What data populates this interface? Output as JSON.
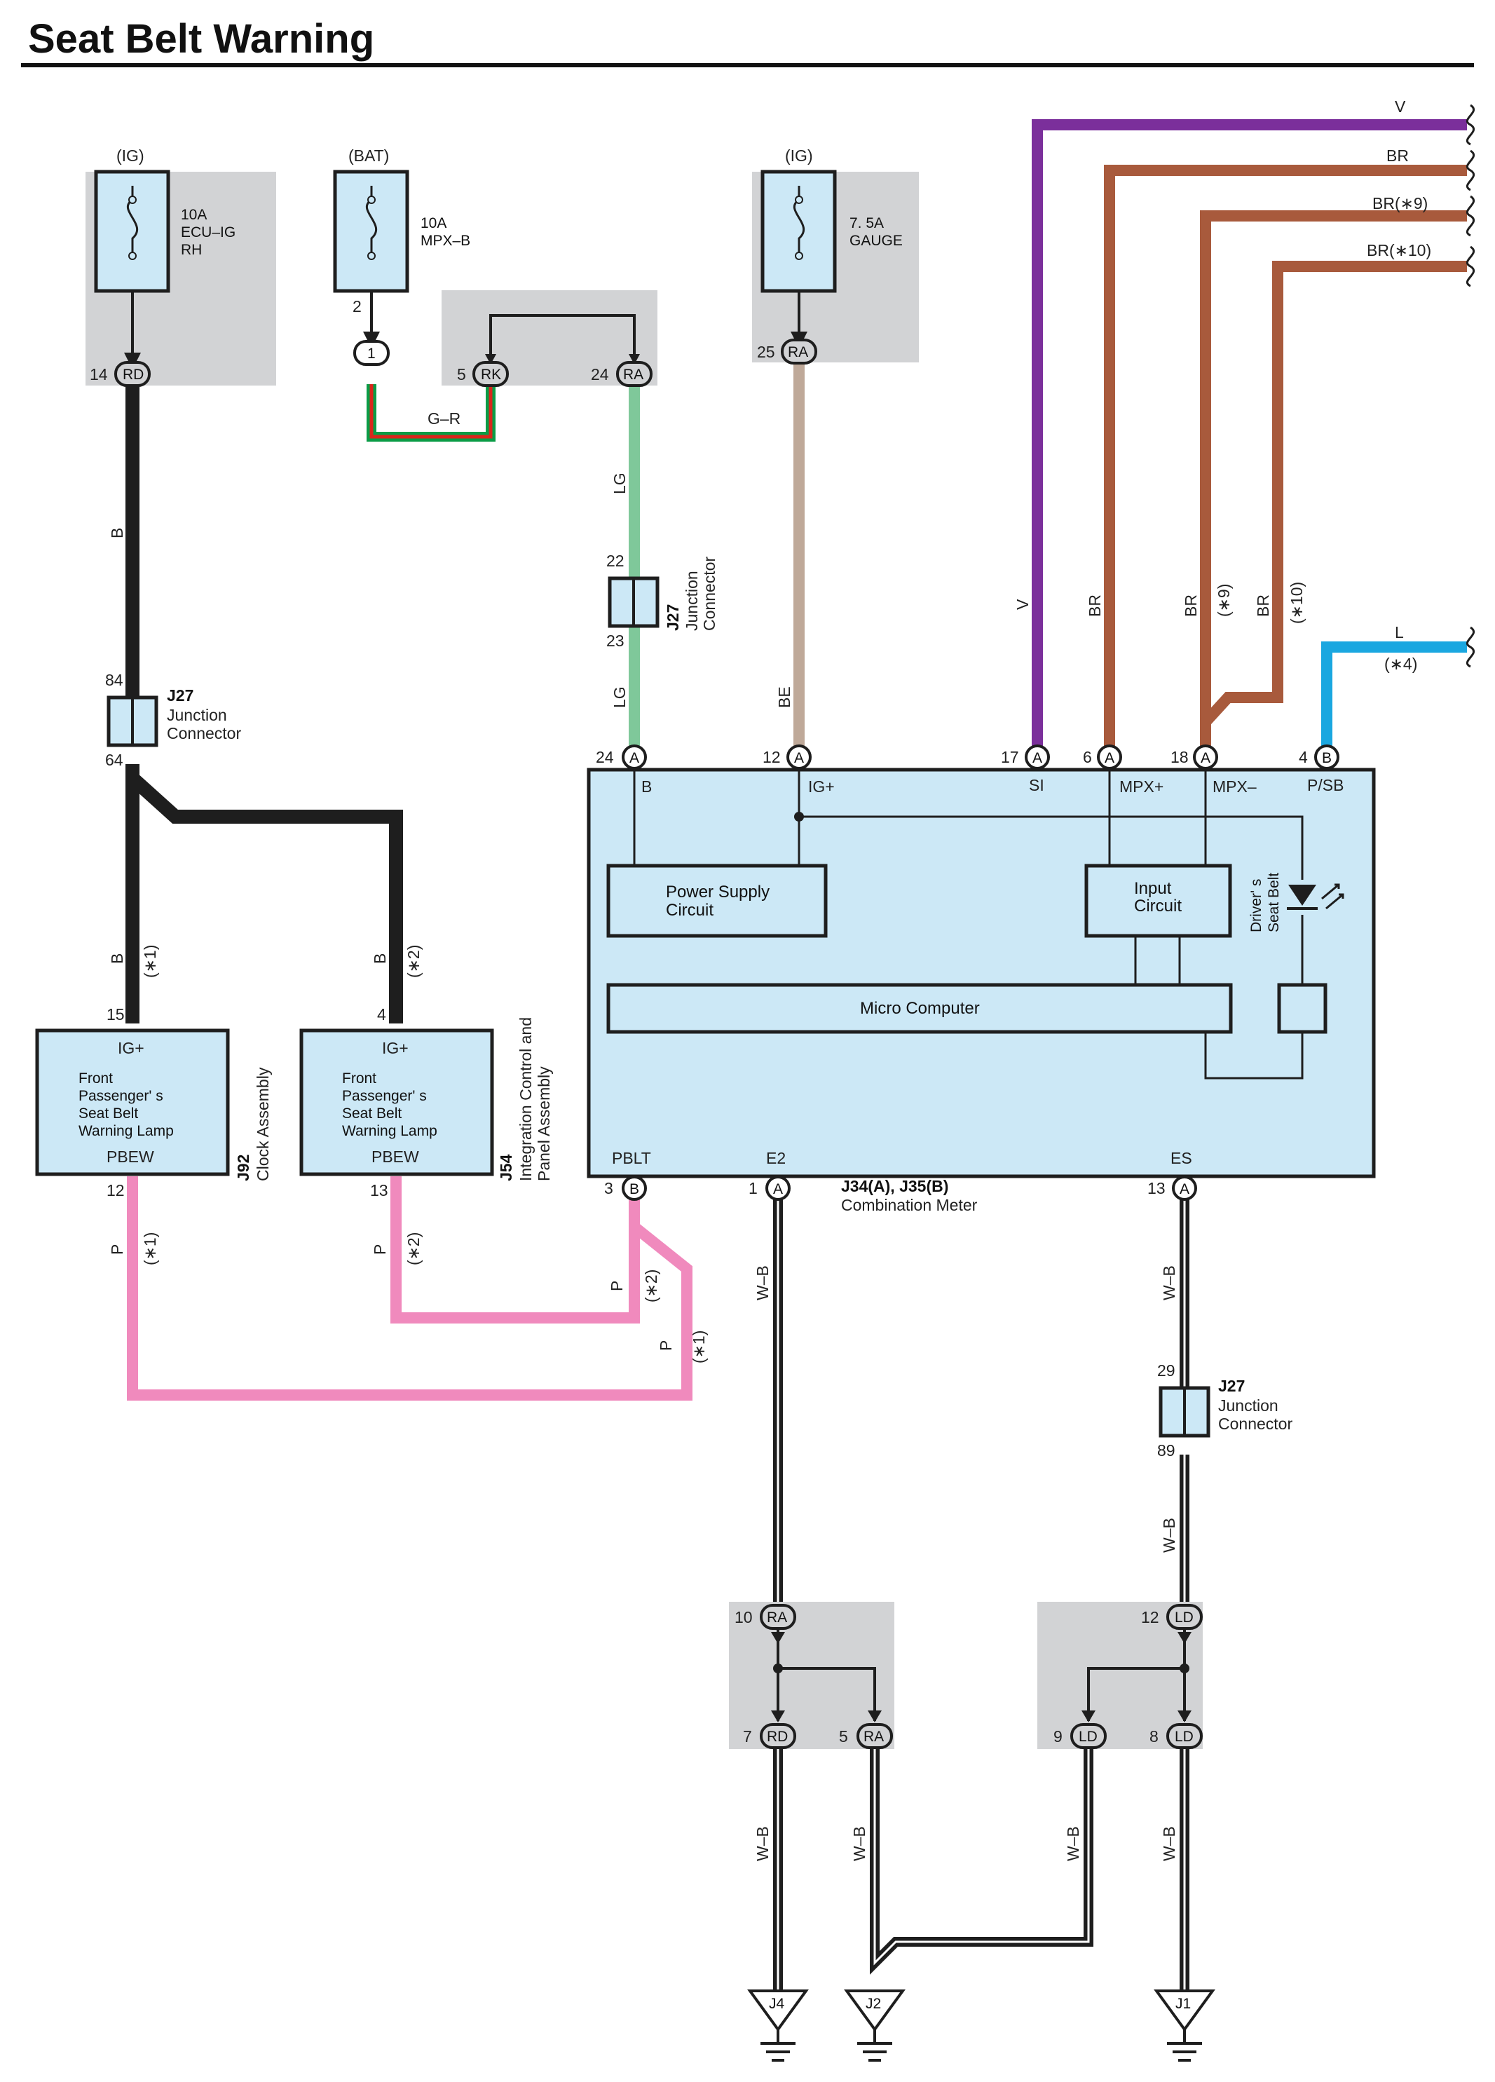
{
  "title": "Seat Belt Warning",
  "fuses": [
    {
      "supply": "(IG)",
      "rating": "10A",
      "name": "ECU–IG",
      "extra": "RH"
    },
    {
      "supply": "(BAT)",
      "rating": "10A",
      "name": "MPX–B",
      "extra": ""
    },
    {
      "supply": "(IG)",
      "rating": "7. 5A",
      "name": "GAUGE",
      "extra": ""
    }
  ],
  "connectors": {
    "rd14": {
      "pin": "14",
      "code": "RD"
    },
    "pin2": "2",
    "c1": "1",
    "rk5": {
      "pin": "5",
      "code": "RK"
    },
    "ra24": {
      "pin": "24",
      "code": "RA"
    },
    "ra25": {
      "pin": "25",
      "code": "RA"
    },
    "a24": {
      "pin": "24",
      "code": "A",
      "signal": "B"
    },
    "a12": {
      "pin": "12",
      "code": "A",
      "signal": "IG+"
    },
    "a17": {
      "pin": "17",
      "code": "A",
      "signal": "SI"
    },
    "a6": {
      "pin": "6",
      "code": "A",
      "signal": "MPX+"
    },
    "a18": {
      "pin": "18",
      "code": "A",
      "signal": "MPX–"
    },
    "b4": {
      "pin": "4",
      "code": "B",
      "signal": "P/SB"
    },
    "b3": {
      "pin": "3",
      "code": "B",
      "signal": "PBLT"
    },
    "a1": {
      "pin": "1",
      "code": "A",
      "signal": "E2"
    },
    "a13": {
      "pin": "13",
      "code": "A",
      "signal": "ES"
    },
    "ra10": {
      "pin": "10",
      "code": "RA"
    },
    "rd7": {
      "pin": "7",
      "code": "RD"
    },
    "ra5": {
      "pin": "5",
      "code": "RA"
    },
    "ld12": {
      "pin": "12",
      "code": "LD"
    },
    "ld9": {
      "pin": "9",
      "code": "LD"
    },
    "ld8": {
      "pin": "8",
      "code": "LD"
    }
  },
  "junctions": [
    {
      "id": "J27",
      "label1": "Junction",
      "label2": "Connector",
      "pin_top": "22",
      "pin_bottom": "23"
    },
    {
      "id": "J27",
      "label1": "Junction",
      "label2": "Connector",
      "pin_top": "84",
      "pin_bottom": "64"
    },
    {
      "id": "J27",
      "label1": "Junction",
      "label2": "Connector",
      "pin_top": "29",
      "pin_bottom": "89"
    }
  ],
  "wires": {
    "b": "B",
    "gr": "G–R",
    "lg": "LG",
    "be": "BE",
    "v": "V",
    "br": "BR",
    "br9": "BR(∗9)",
    "br10": "BR(∗10)",
    "br9_v": "(∗9)",
    "br10_v": "(∗10)",
    "l": "L",
    "l4": "(∗4)",
    "p": "P",
    "wb": "W–B",
    "n1": "(∗1)",
    "n2": "(∗2)"
  },
  "meter": {
    "ids": "J34(A), J35(B)",
    "name": "Combination Meter",
    "power_supply": [
      "Power Supply",
      "Circuit"
    ],
    "input": [
      "Input",
      "Circuit"
    ],
    "micro": "Micro Computer",
    "seatbelt": [
      "Driver' s",
      "Seat Belt"
    ]
  },
  "lamps": [
    {
      "pin_top": "15",
      "ig": "IG+",
      "lines": [
        "Front",
        "Passenger' s",
        "Seat Belt",
        "Warning Lamp"
      ],
      "out": "PBEW",
      "pin_bottom": "12",
      "id": "J92",
      "assembly": [
        "Clock Assembly"
      ]
    },
    {
      "pin_top": "4",
      "ig": "IG+",
      "lines": [
        "Front",
        "Passenger' s",
        "Seat Belt",
        "Warning Lamp"
      ],
      "out": "PBEW",
      "pin_bottom": "13",
      "id": "J54",
      "assembly": [
        "Integration Control and",
        "Panel Assembly"
      ]
    }
  ],
  "grounds": [
    "J4",
    "J2",
    "J1"
  ],
  "colors": {
    "black": "#1e1e1e",
    "green_lg": "#7fc89a",
    "beige": "#bfa999",
    "violet": "#7b2f9b",
    "brown": "#a85a3c",
    "blue": "#1aa7e0",
    "pink": "#f08abd",
    "red": "#d9261c",
    "green": "#0a9c46",
    "box_fill": "#cce8f6",
    "shade": "#d2d3d5"
  }
}
